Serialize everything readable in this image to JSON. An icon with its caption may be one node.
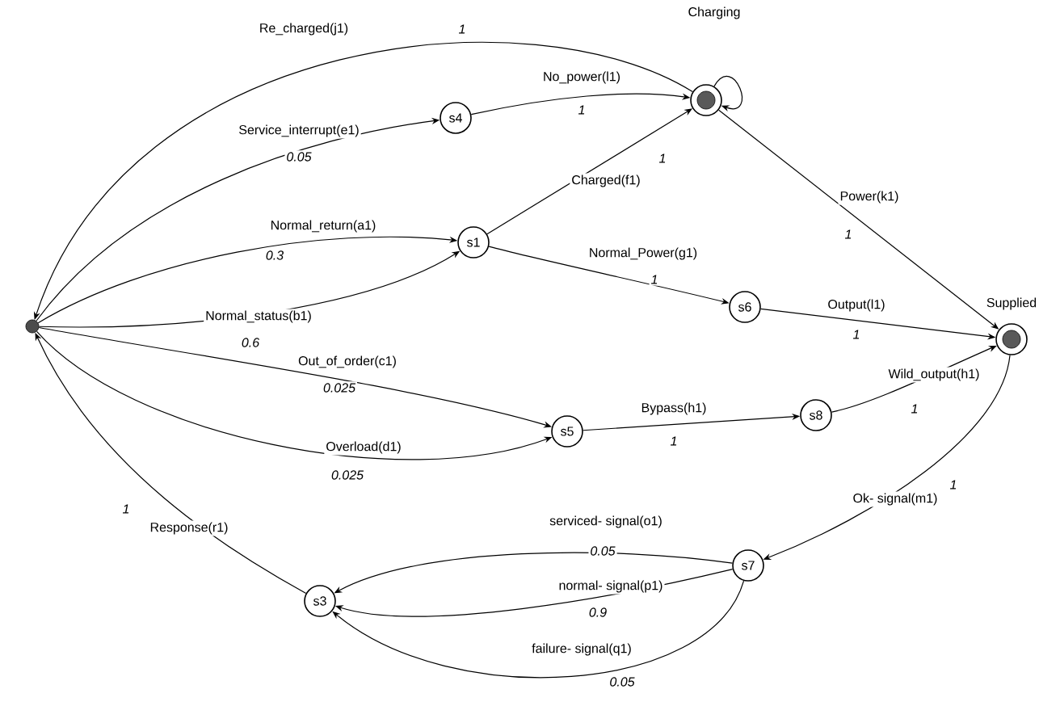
{
  "diagram": {
    "nodes": [
      {
        "text": [],
        "shape": "circle"
      },
      {
        "text": [
          "s4"
        ]
      },
      {
        "text": [],
        "shape": "circle"
      },
      {
        "text": [
          "s1"
        ]
      },
      {
        "text": [
          "s6"
        ]
      },
      {
        "text": [],
        "shape": "circle",
        "beside": [
          "Supplied"
        ]
      },
      {
        "text": [
          "s5"
        ]
      },
      {
        "text": [
          "s8"
        ]
      },
      {
        "text": [
          "s7"
        ]
      },
      {
        "text": [
          "s3"
        ]
      }
    ],
    "edges": [
      {
        "from": 2,
        "to": 0,
        "arrow": "to",
        "label": "Re_charged(j1)"
      },
      {
        "from": 0,
        "to": 1,
        "arrow": "to",
        "label": "Service_interrupt(e1)"
      },
      {
        "from": 1,
        "to": 2,
        "arrow": "to",
        "label": "No_power(l1)"
      },
      {
        "from": 0,
        "to": 3,
        "arrow": "to",
        "label": "Normal_return(a1)"
      },
      {
        "from": 0,
        "to": 3,
        "arrow": "to",
        "label": "Normal_status(b1)"
      },
      {
        "from": 3,
        "to": 2,
        "arrow": "to",
        "label": "Charged(f1)"
      },
      {
        "from": 3,
        "to": 4,
        "arrow": "to",
        "label": "Normal_Power(g1)"
      },
      {
        "from": 2,
        "to": 2,
        "arrow": "to",
        "label": "Charging"
      },
      {
        "from": 2,
        "to": 5,
        "arrow": "to",
        "label": "Power(k1)"
      },
      {
        "from": 4,
        "to": 5,
        "arrow": "to",
        "label": "Output(l1)"
      },
      {
        "from": 0,
        "to": 6,
        "arrow": "to",
        "label": "Out_of_order(c1)"
      },
      {
        "from": 0,
        "to": 6,
        "arrow": "to",
        "label": "Overload(d1)"
      },
      {
        "from": 6,
        "to": 7,
        "arrow": "to",
        "label": "Bypass(h1)"
      },
      {
        "from": 7,
        "to": 5,
        "arrow": "to",
        "label": "Wild_output(h1)"
      },
      {
        "from": 5,
        "to": 8,
        "arrow": "to",
        "label": "Ok- signal(m1)"
      },
      {
        "from": 8,
        "to": 9,
        "arrow": "to",
        "label": "serviced- signal(o1)"
      },
      {
        "from": 8,
        "to": 9,
        "arrow": "to",
        "label": "normal- signal(p1)"
      },
      {
        "from": 8,
        "to": 9,
        "arrow": "to",
        "label": "failure- signal(q1)"
      },
      {
        "from": 9,
        "to": 0,
        "arrow": "to",
        "label": "Response(r1)"
      }
    ],
    "labels": [
      "1",
      "0.05",
      "1",
      "0.3",
      "0.6",
      "1",
      "1",
      "1",
      "1",
      "0.025",
      "0.025",
      "1",
      "1",
      "1",
      "0.05",
      "0.9",
      "0.05",
      "1"
    ]
  }
}
